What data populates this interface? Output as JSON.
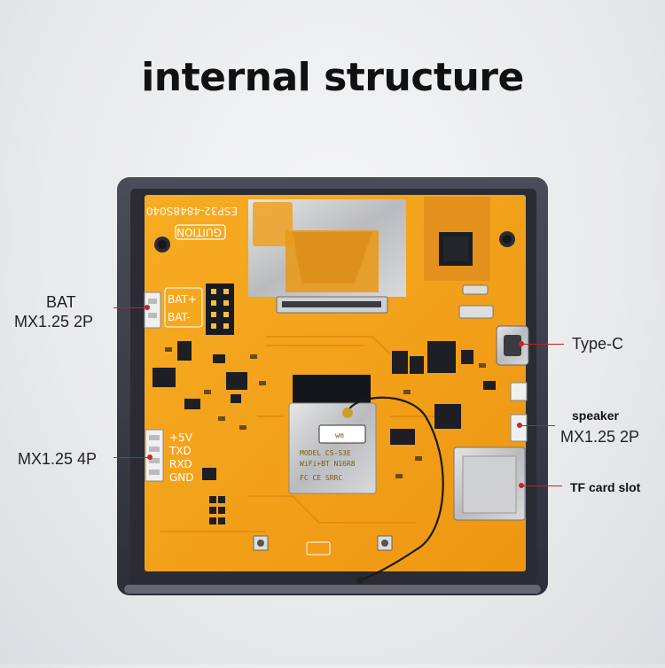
{
  "title": "internal structure",
  "labels": {
    "bat_line1": "BAT",
    "bat_line2": "MX1.25 2P",
    "mx4p": "MX1.25 4P",
    "typec": "Type-C",
    "speaker_line1": "speaker",
    "speaker_line2": "MX1.25 2P",
    "tfcard": "TF card slot"
  },
  "silkscreen": {
    "model": "ESP32-4848S040",
    "brand": "GUITION",
    "bat_plus": "BAT+",
    "bat_minus": "BAT-",
    "pin_5v": "+5V",
    "pin_txd": "TXD",
    "pin_rxd": "RXD",
    "pin_gnd": "GND",
    "module_line1": "MODEL  CS-S3E",
    "module_line2": "WiFi+BT  N16R8",
    "module_line3": "FC CE SRRC",
    "module_logo": "wm"
  },
  "colors": {
    "pcb": "#f5a018",
    "frame": "#3b3d48",
    "leader": "#c0202a"
  }
}
